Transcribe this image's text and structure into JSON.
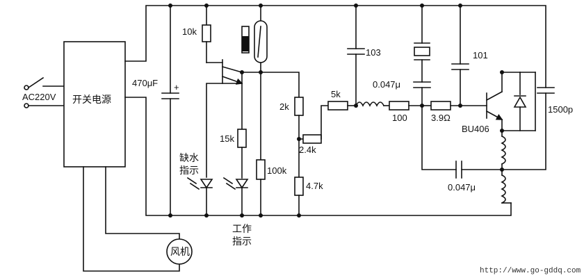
{
  "labels": {
    "ac_source": "AC220V",
    "psu": "开关电源",
    "cap_main": "470μF",
    "plus": "+",
    "r_10k": "10k",
    "r_15k": "15k",
    "r_100k": "100k",
    "r_2k": "2k",
    "r_2_4k": "2.4k",
    "r_4_7k": "4.7k",
    "r_5k": "5k",
    "cap_103": "103",
    "cap_0047_top": "0.047μ",
    "cap_101": "101",
    "r_100": "100",
    "r_3_9": "3.9Ω",
    "transistor": "BU406",
    "cap_1500p": "1500p",
    "cap_0047_bottom": "0.047μ",
    "water_low_line1": "缺水",
    "water_low_line2": "指示",
    "work_line1": "工作",
    "work_line2": "指示",
    "fan": "风机",
    "watermark": "http://www.go-gddq.com"
  }
}
